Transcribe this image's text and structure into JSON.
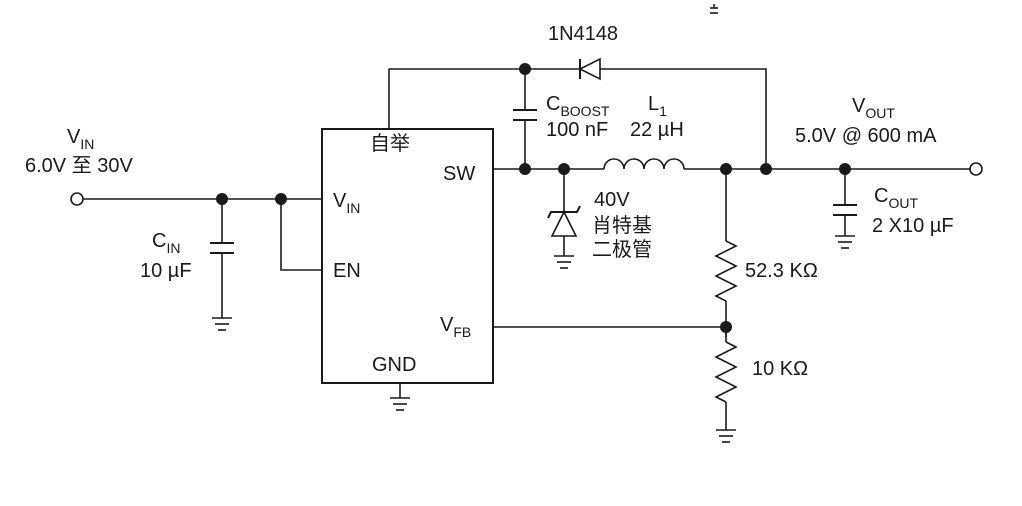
{
  "ic": {
    "boost_label": "自举",
    "sw_label": "SW",
    "vin_pin": {
      "main": "V",
      "sub": "IN"
    },
    "en_label": "EN",
    "vfb_pin": {
      "main": "V",
      "sub": "FB"
    },
    "gnd_label": "GND"
  },
  "input": {
    "label": {
      "main": "V",
      "sub": "IN"
    },
    "range": "6.0V 至 30V"
  },
  "cin": {
    "label": {
      "main": "C",
      "sub": "IN"
    },
    "value": "10 µF"
  },
  "cboost": {
    "label": {
      "main": "C",
      "sub": "BOOST"
    },
    "value": "100 nF"
  },
  "diode_1n4148": {
    "label": "1N4148"
  },
  "inductor": {
    "label": {
      "main": "L",
      "sub": "1"
    },
    "value": "22 µH"
  },
  "schottky": {
    "voltage": "40V",
    "line1": "肖特基",
    "line2": "二极管"
  },
  "output": {
    "label": {
      "main": "V",
      "sub": "OUT"
    },
    "spec": "5.0V @ 600 mA"
  },
  "cout": {
    "label": {
      "main": "C",
      "sub": "OUT"
    },
    "value": "2 X10 µF"
  },
  "r_top": {
    "value": "52.3 KΩ"
  },
  "r_bottom": {
    "value": "10 KΩ"
  }
}
